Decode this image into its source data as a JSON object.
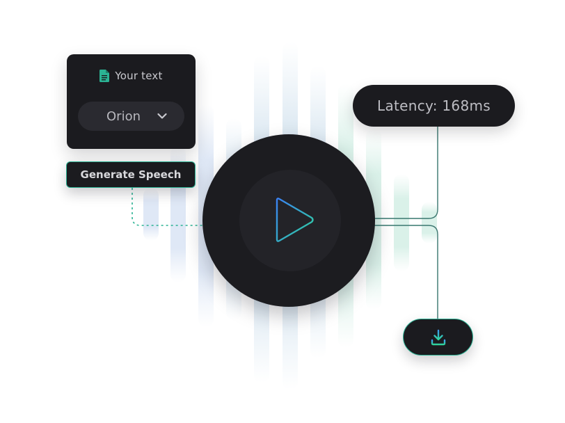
{
  "text_card": {
    "label": "Your text",
    "icon": "document-icon"
  },
  "voice_select": {
    "value": "Orion",
    "icon": "chevron-down-icon"
  },
  "generate_button": {
    "label": "Generate Speech"
  },
  "player": {
    "icon": "play-icon"
  },
  "latency": {
    "label": "Latency: 168ms"
  },
  "download": {
    "icon": "download-icon"
  },
  "colors": {
    "accent_green": "#2bb394",
    "accent_blue": "#3b82f6",
    "card_bg": "#1b1b1f",
    "wave_blue": "#dce6f5",
    "wave_green": "#dcf3ec"
  }
}
